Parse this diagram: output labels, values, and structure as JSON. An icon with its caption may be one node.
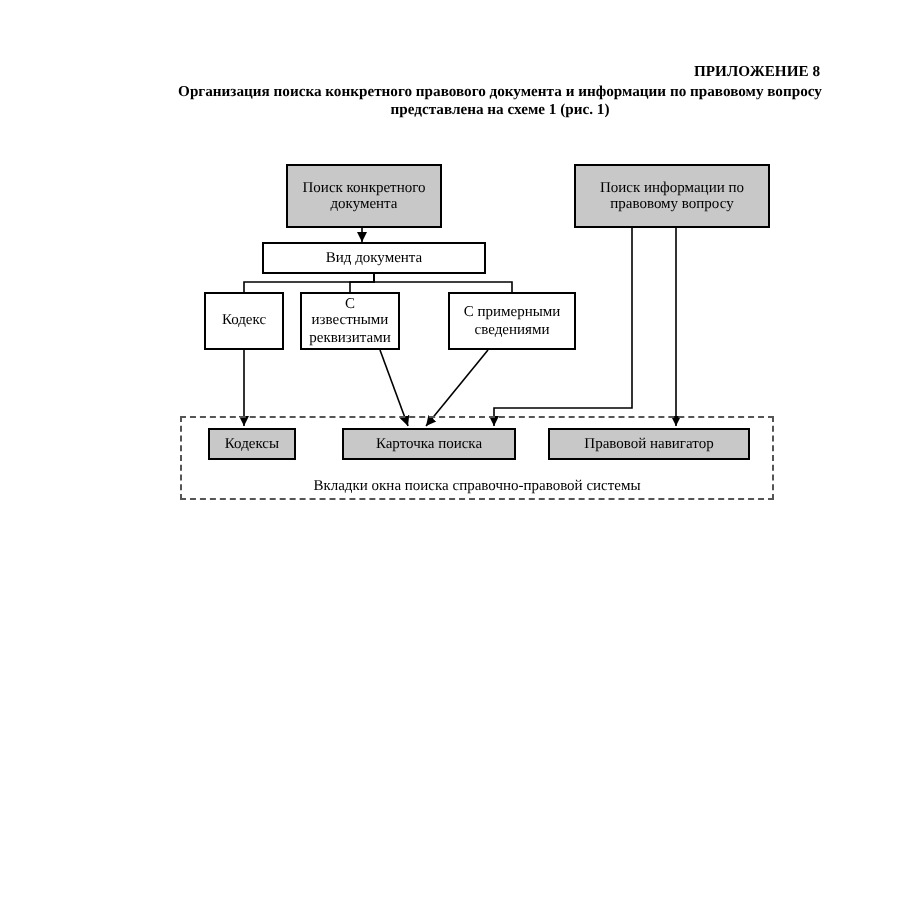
{
  "diagram": {
    "title": "Организация поиска конкретного правового документа и информации по правовому вопросу представлена на схеме 1 (рис. 1)",
    "labels": [
      "ПРИЛОЖЕНИЕ 8"
    ],
    "nodes": [
      {
        "text": [
          "Поиск конкретного документа"
        ]
      },
      {
        "text": [
          "Поиск информации по правовому вопросу"
        ]
      },
      {
        "text": [
          "Вид документа"
        ]
      },
      {
        "text": [
          "Кодекс"
        ]
      },
      {
        "text": [
          "С известными реквизитами"
        ]
      },
      {
        "text": [
          "С примерными сведениями"
        ]
      },
      {
        "text": [
          "Вкладки окна поиска справочно-правовой системы"
        ]
      },
      {
        "text": [
          "Кодексы"
        ],
        "in": 6
      },
      {
        "text": [
          "Карточка поиска"
        ],
        "in": 6
      },
      {
        "text": [
          "Правовой навигатор"
        ],
        "in": 6
      }
    ],
    "edges": [
      {
        "from": 0,
        "to": 2,
        "arrow": "to"
      },
      {
        "from": 2,
        "to": 3,
        "arrow": "none"
      },
      {
        "from": 2,
        "to": 4,
        "arrow": "none"
      },
      {
        "from": 2,
        "to": 5,
        "arrow": "none"
      },
      {
        "from": 3,
        "to": 7,
        "arrow": "to"
      },
      {
        "from": 4,
        "to": 8,
        "arrow": "to"
      },
      {
        "from": 5,
        "to": 8,
        "arrow": "to"
      },
      {
        "from": 1,
        "to": 8,
        "arrow": "to"
      },
      {
        "from": 1,
        "to": 9,
        "arrow": "to"
      }
    ]
  }
}
